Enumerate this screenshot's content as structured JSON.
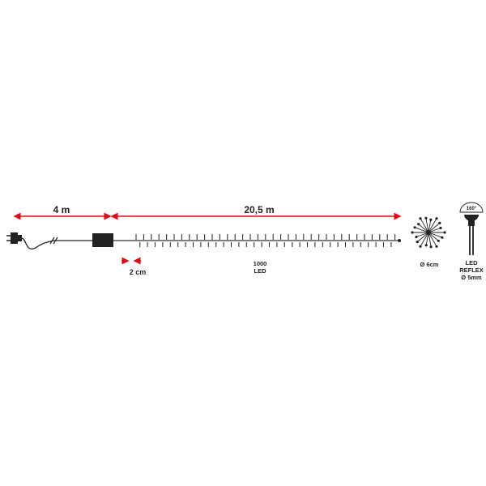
{
  "dimensions": {
    "cable_length": "4 m",
    "led_string_length": "20,5 m",
    "led_spacing": "2 cm"
  },
  "led": {
    "count": "1000",
    "unit": "LED",
    "cluster_diameter": "Ø 6cm",
    "bulb_type_line1": "LED",
    "bulb_type_line2": "REFLEX",
    "bulb_diameter": "Ø 5mm",
    "beam_angle": "160°"
  },
  "colors": {
    "arrow": "#e30613",
    "line": "#222222"
  }
}
